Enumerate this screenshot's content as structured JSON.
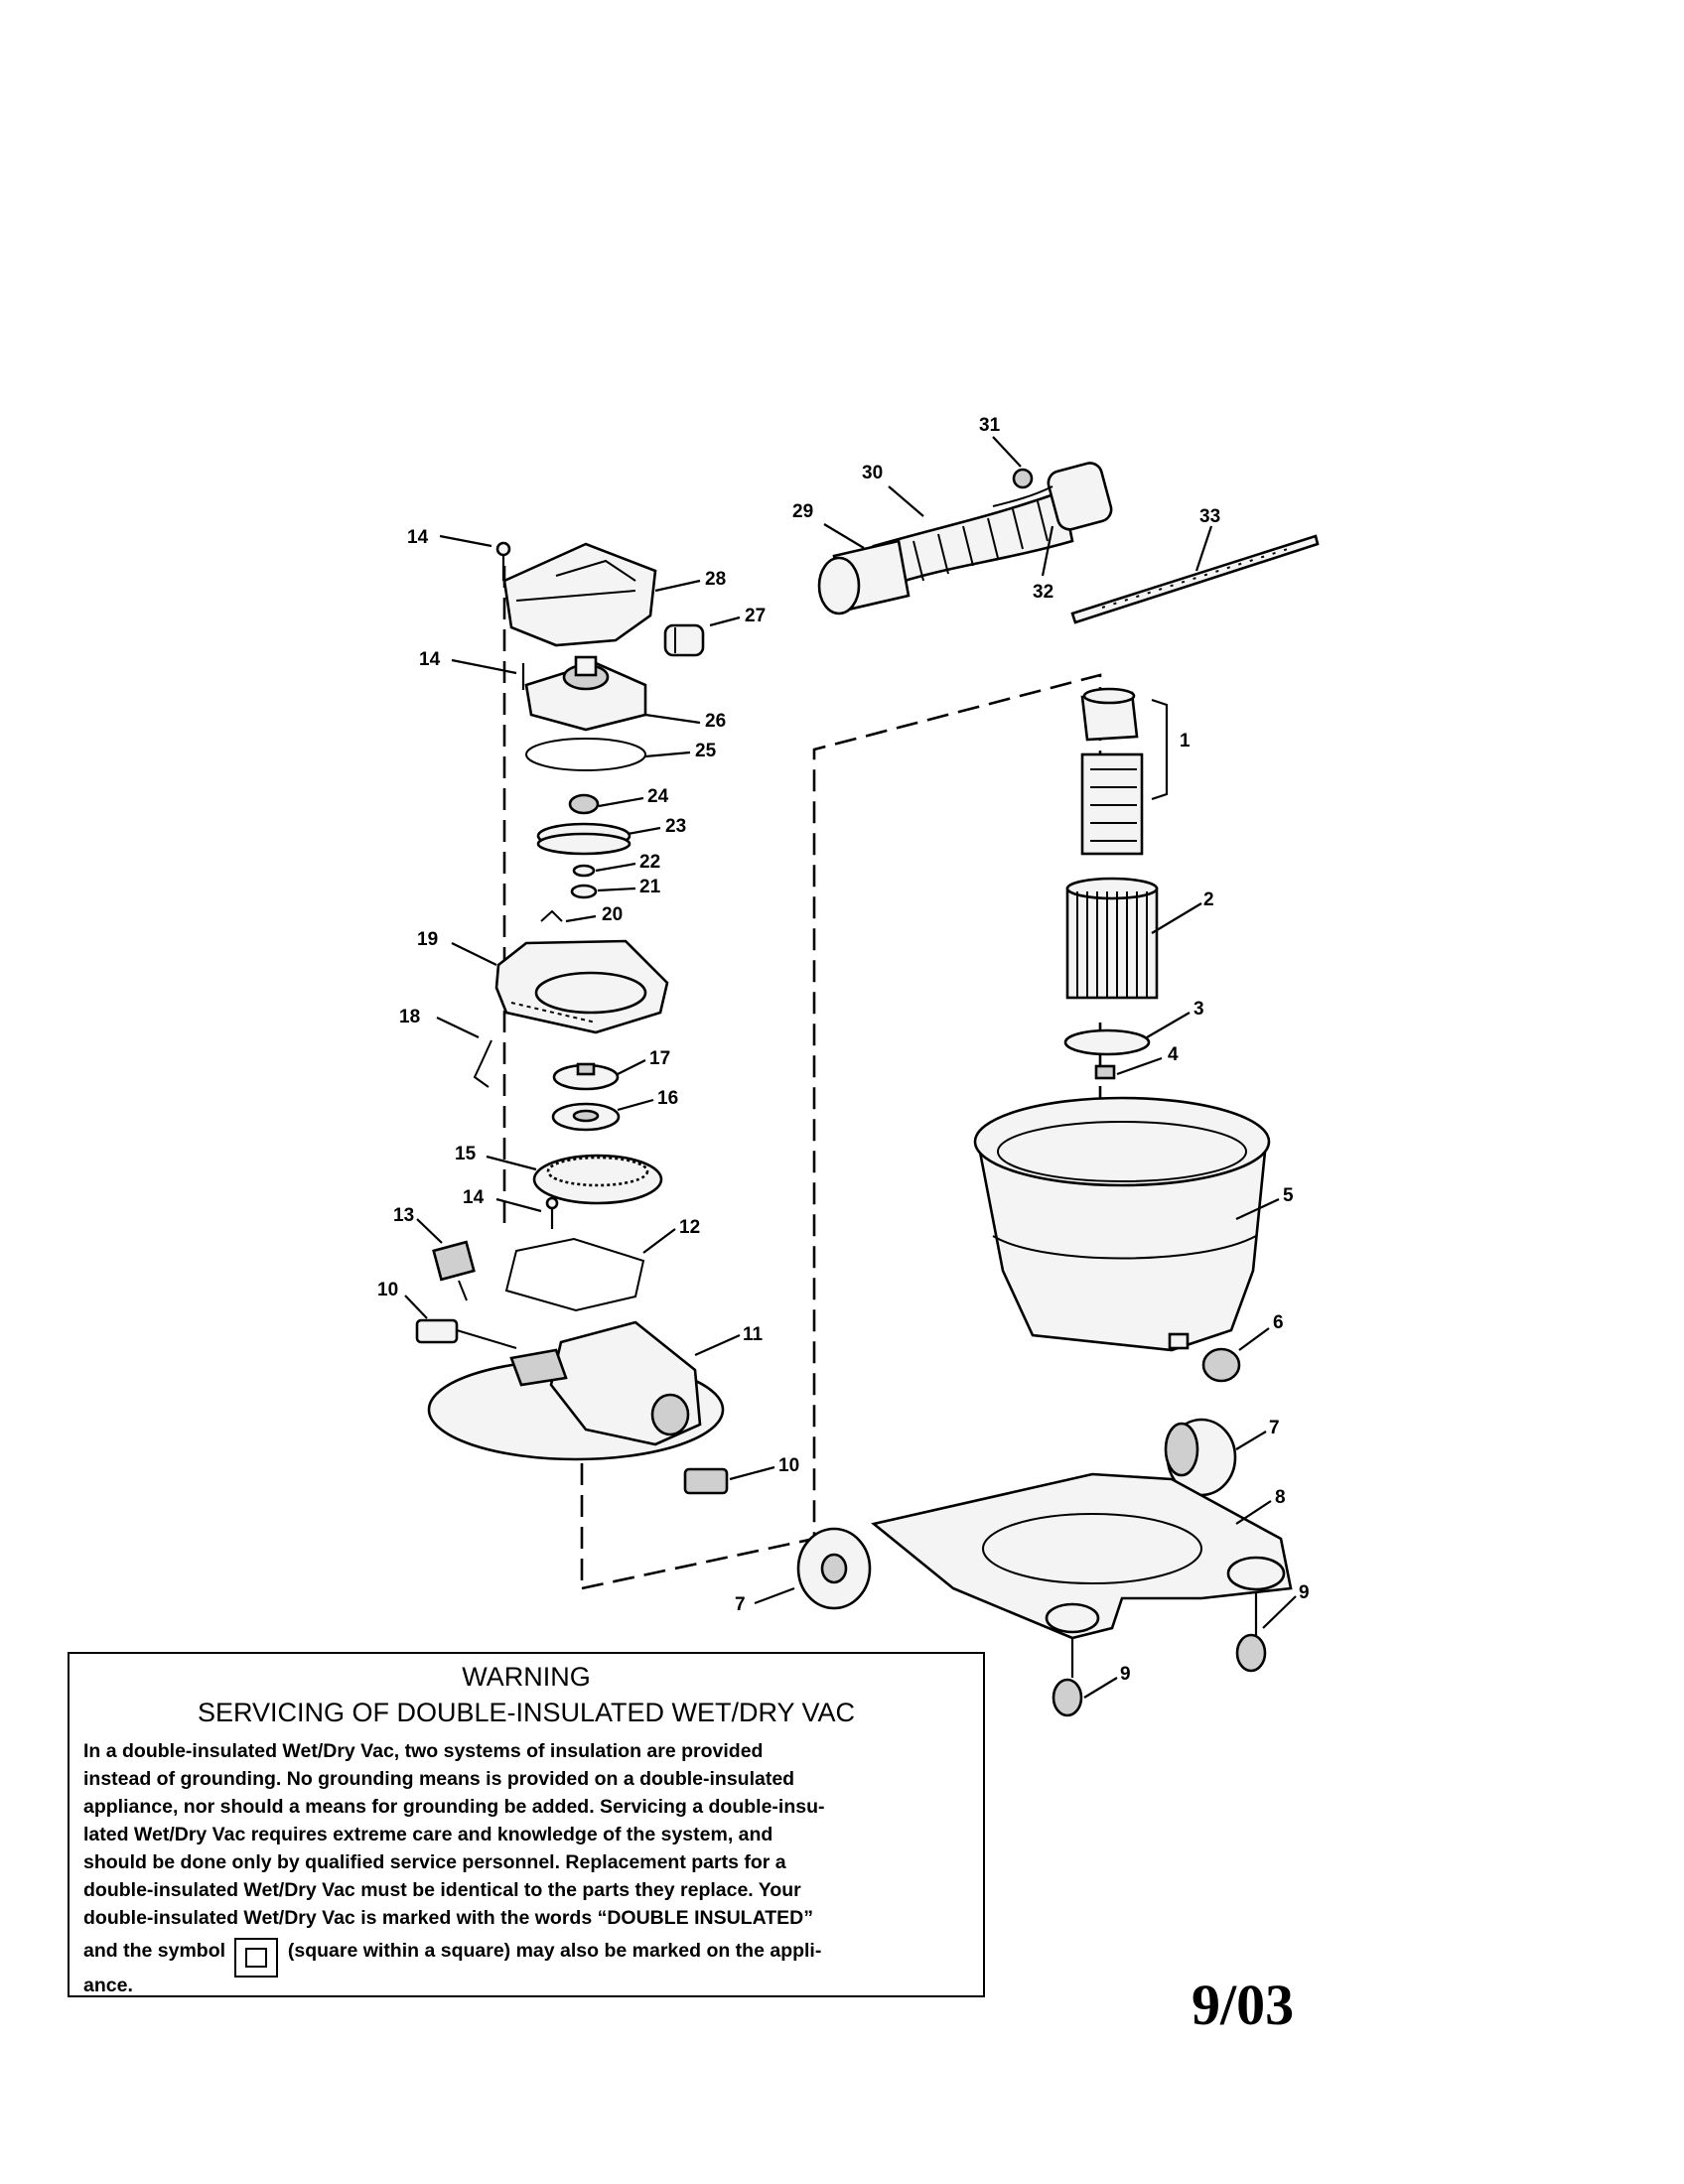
{
  "callouts": {
    "c1": "1",
    "c2": "2",
    "c3": "3",
    "c4": "4",
    "c5": "5",
    "c6": "6",
    "c7a": "7",
    "c7b": "7",
    "c8": "8",
    "c9a": "9",
    "c9b": "9",
    "c10a": "10",
    "c10b": "10",
    "c11": "11",
    "c12": "12",
    "c13": "13",
    "c14a": "14",
    "c14b": "14",
    "c14c": "14",
    "c15": "15",
    "c16": "16",
    "c17": "17",
    "c18": "18",
    "c19": "19",
    "c20": "20",
    "c21": "21",
    "c22": "22",
    "c23": "23",
    "c24": "24",
    "c25": "25",
    "c26": "26",
    "c27": "27",
    "c28": "28",
    "c29": "29",
    "c30": "30",
    "c31": "31",
    "c32": "32",
    "c33": "33"
  },
  "warning": {
    "title": "WARNING",
    "subtitle": "SERVICING OF DOUBLE-INSULATED WET/DRY VAC",
    "line1": "In a double-insulated Wet/Dry Vac, two systems of insulation are provided",
    "line2": "instead of grounding. No grounding means is provided on a double-insulated",
    "line3": "appliance, nor should a means for grounding be added. Servicing a double-insu-",
    "line4": "lated Wet/Dry Vac requires extreme care and knowledge of the system, and",
    "line5": "should be done only by qualified service personnel. Replacement parts for a",
    "line6": "double-insulated Wet/Dry Vac must be identical to the parts they replace. Your",
    "line7": "double-insulated Wet/Dry Vac is marked with the words “DOUBLE INSULATED”",
    "line8_before": "and the symbol",
    "line8_after": "(square within a square) may also be marked on the appli-",
    "line9": "ance."
  },
  "date": "9/03",
  "icons": {
    "double_insulated_symbol": "square-within-square-icon"
  }
}
